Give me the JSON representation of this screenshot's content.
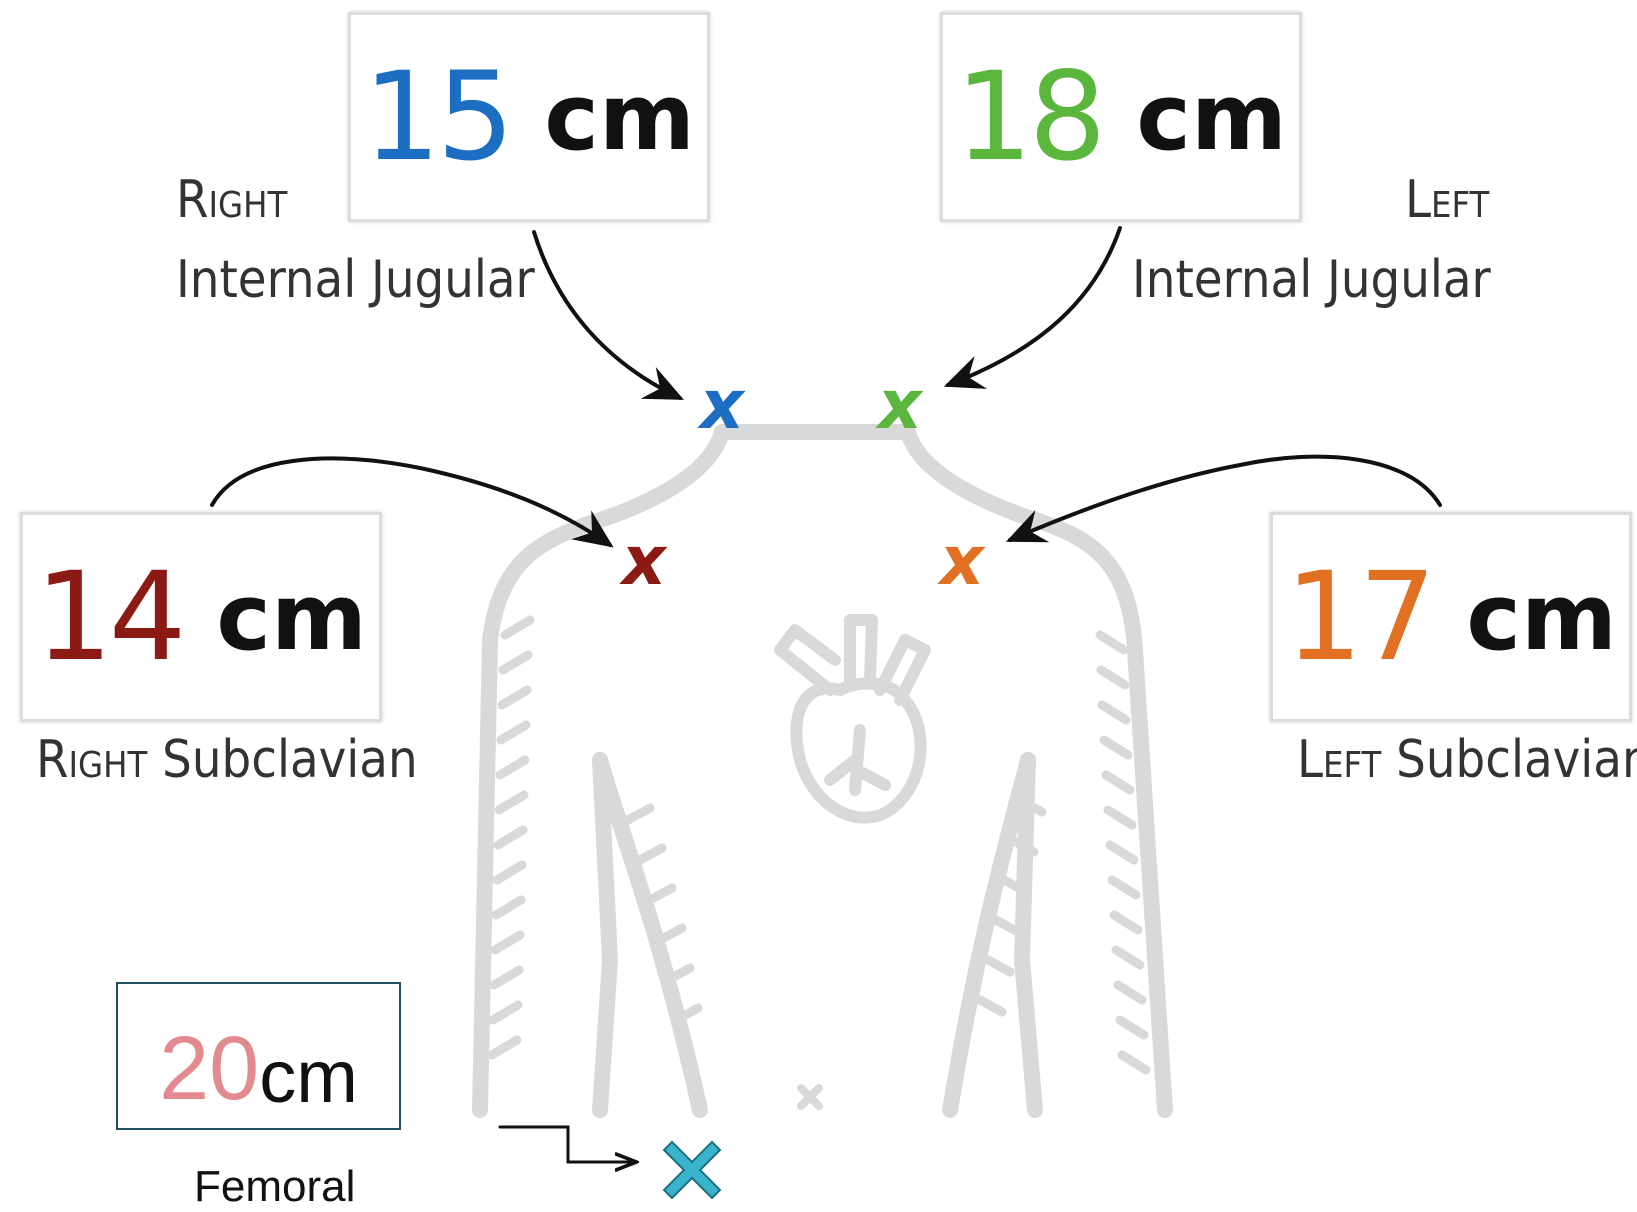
{
  "sites": {
    "rij": {
      "value": "15",
      "unit": "cm",
      "label_top": "Right",
      "label_bottom": "Internal Jugular",
      "color": "#1b6ec2"
    },
    "lij": {
      "value": "18",
      "unit": "cm",
      "label_top": "Left",
      "label_bottom": "Internal Jugular",
      "color": "#5ab63d"
    },
    "rsc": {
      "value": "14",
      "unit": "cm",
      "label_side": "Right",
      "label_name": "Subclavian",
      "color": "#8b1a14"
    },
    "lsc": {
      "value": "17",
      "unit": "cm",
      "label_side": "Left",
      "label_name": "Subclavian",
      "color": "#e27022"
    },
    "fem": {
      "value": "20",
      "unit": "cm",
      "label": "Femoral",
      "color": "#e28a90",
      "marker_color": "#3ab3cc"
    }
  },
  "markers": {
    "glyph": "x",
    "femoral_icon": "cross-icon"
  }
}
